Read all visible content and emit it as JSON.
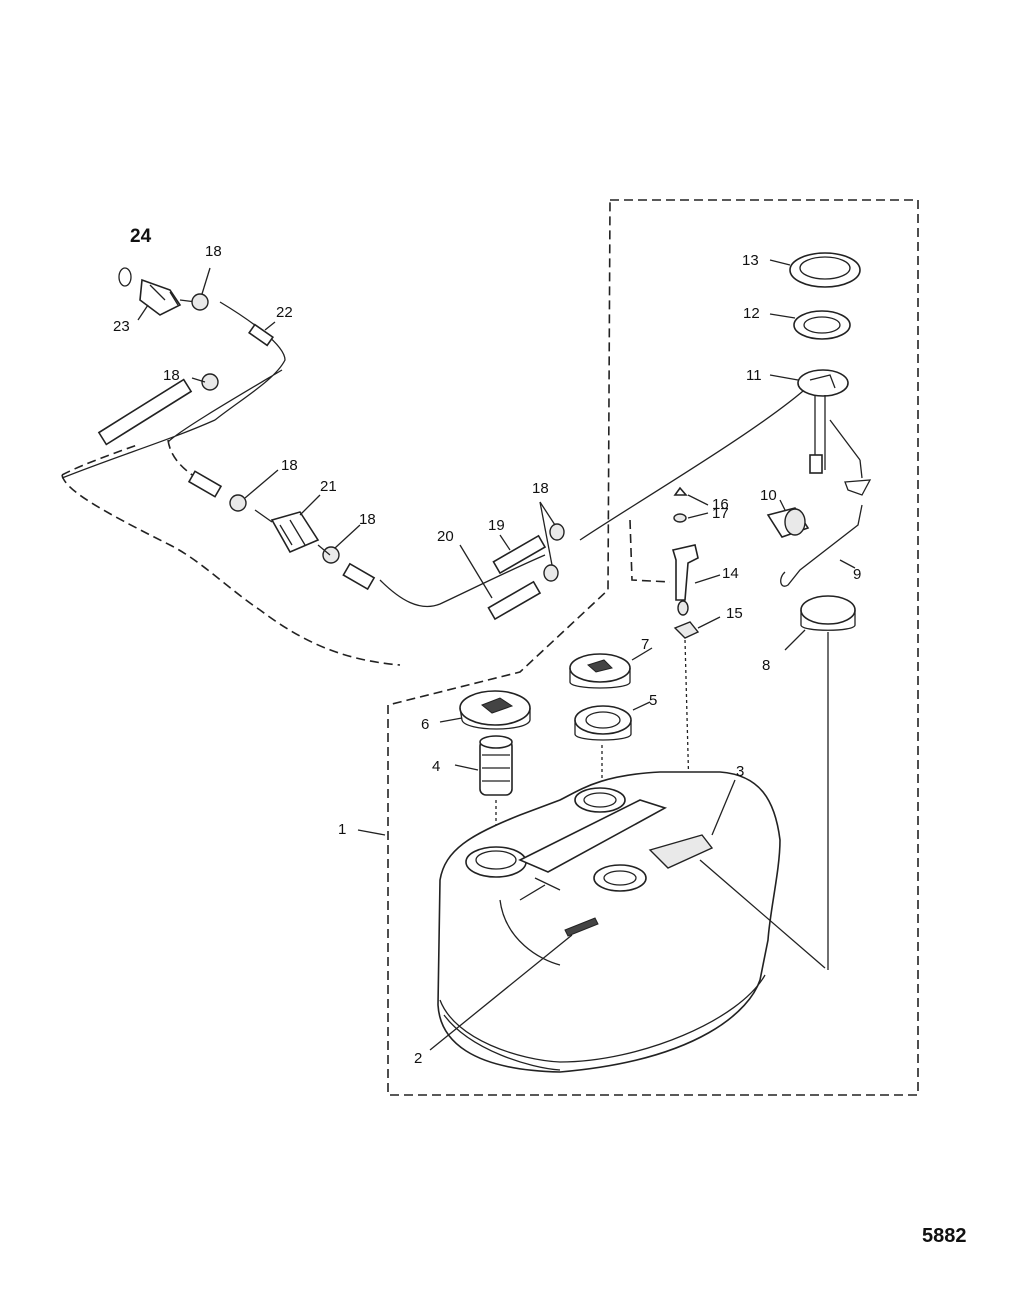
{
  "figure_number": "5882",
  "callouts": [
    {
      "id": "1",
      "text": "1"
    },
    {
      "id": "2",
      "text": "2"
    },
    {
      "id": "3",
      "text": "3"
    },
    {
      "id": "4",
      "text": "4"
    },
    {
      "id": "5",
      "text": "5"
    },
    {
      "id": "6",
      "text": "6"
    },
    {
      "id": "7",
      "text": "7"
    },
    {
      "id": "8",
      "text": "8"
    },
    {
      "id": "9",
      "text": "9"
    },
    {
      "id": "10",
      "text": "10"
    },
    {
      "id": "11",
      "text": "11"
    },
    {
      "id": "12",
      "text": "12"
    },
    {
      "id": "13",
      "text": "13"
    },
    {
      "id": "14",
      "text": "14"
    },
    {
      "id": "15",
      "text": "15"
    },
    {
      "id": "16",
      "text": "16"
    },
    {
      "id": "17",
      "text": "17"
    },
    {
      "id": "18",
      "text": "18"
    },
    {
      "id": "19",
      "text": "19"
    },
    {
      "id": "20",
      "text": "20"
    },
    {
      "id": "21",
      "text": "21"
    },
    {
      "id": "22",
      "text": "22"
    },
    {
      "id": "23",
      "text": "23"
    },
    {
      "id": "24",
      "text": "24"
    }
  ]
}
